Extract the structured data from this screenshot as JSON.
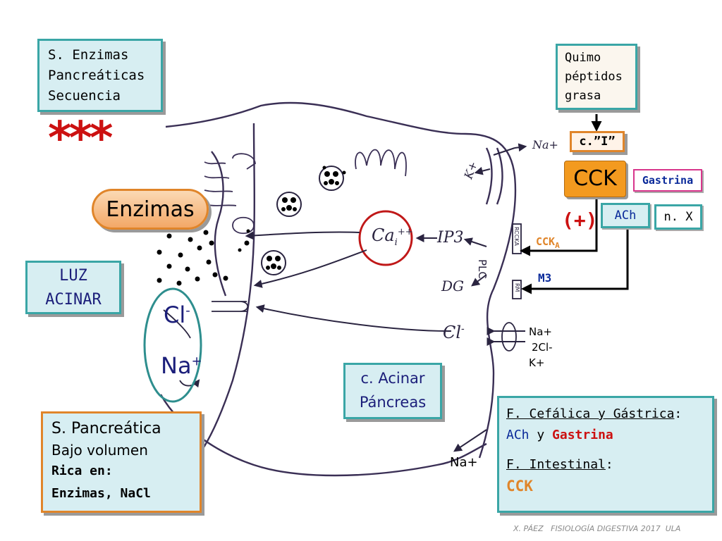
{
  "boxes": {
    "top_left": [
      "S. Enzimas",
      "Pancreáticas",
      "Secuencia"
    ],
    "chyme": [
      "Quimo",
      "péptidos",
      "grasa"
    ],
    "cell_i": "c.”I”",
    "cck": "CCK",
    "gastrina": "Gastrina",
    "ach": "ACh",
    "vagus": "n. X",
    "enzimas": "Enzimas",
    "luz": [
      "LUZ",
      "ACINAR"
    ],
    "acinar": [
      "c. Acinar",
      "Páncreas"
    ],
    "secretion": [
      "S. Pancreática",
      "Bajo volumen",
      "Rica en:",
      "Enzimas, NaCl"
    ],
    "phases": {
      "cefalica_title": "F. Cefálica y Gástrica",
      "cefalica_colon": ":",
      "ach": "ACh",
      "y": "y",
      "gastrina": "Gastrina",
      "intestinal_title": "F. Intestinal",
      "intestinal_colon": ":",
      "cck": "CCK"
    }
  },
  "labels": {
    "stars": "***",
    "plus": "(+)",
    "cck_a": "CCK",
    "cck_a_sub": "A",
    "m3": "M3",
    "plc": "PLC",
    "cl": "Cl",
    "cl_sup": "-",
    "na": "Na",
    "na_sup": "+",
    "cotransport": [
      "Na+",
      "2Cl-",
      "K+"
    ],
    "na_bottom": "Na+",
    "na_top": "Na+",
    "k_top": "K+",
    "ca": "Ca",
    "ca_sub": "i",
    "ca_sup": "++",
    "ip3": "IP3",
    "dg": "DG",
    "cl_membrane": "Cl",
    "cl_membrane_sup": "-",
    "rcck": "RCCKA",
    "rm": "RM"
  },
  "footer": "X. PÁEZ   FISIOLOGÍA DIGESTIVA 2017  ULA",
  "colors": {
    "box_border": "#3aa6a6",
    "box_fill": "#d7eef2",
    "orange": "#e0852a",
    "cck_fill": "#f39a1f",
    "pink": "#d8368c",
    "red": "#cc1111",
    "ink": "#3a2f55",
    "navy": "#1b1e7a",
    "vesicle": "#000000"
  }
}
